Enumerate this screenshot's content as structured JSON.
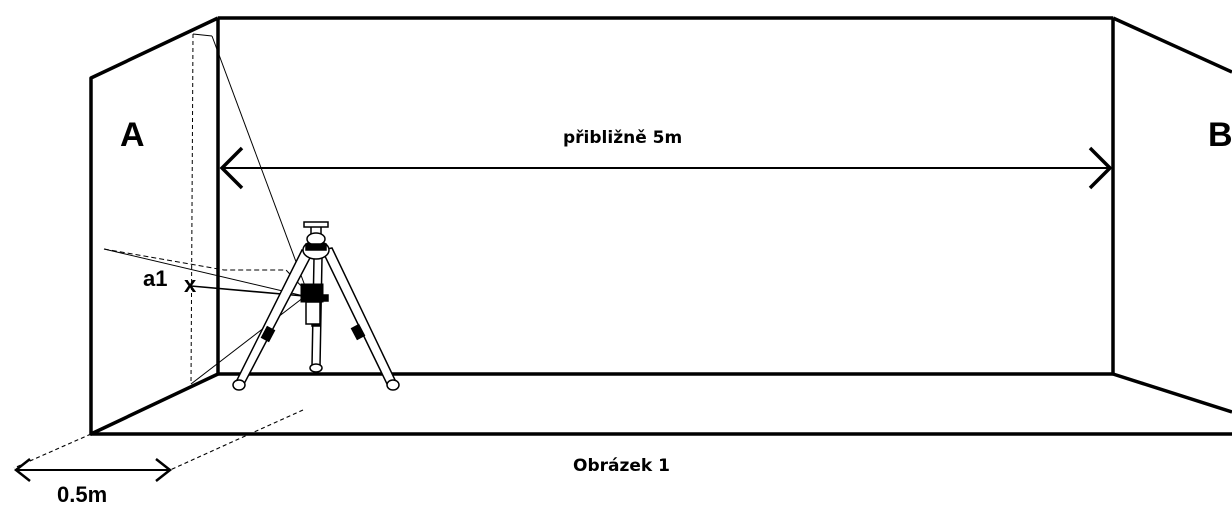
{
  "labels": {
    "wall_a": "A",
    "wall_b": "B",
    "point_a1": "a1",
    "point_mark": "x",
    "distance_wide": "přibližně 5m",
    "distance_offset": "0.5m",
    "caption": "Obrázek 1"
  },
  "colors": {
    "ink": "#000000",
    "background": "#ffffff"
  }
}
